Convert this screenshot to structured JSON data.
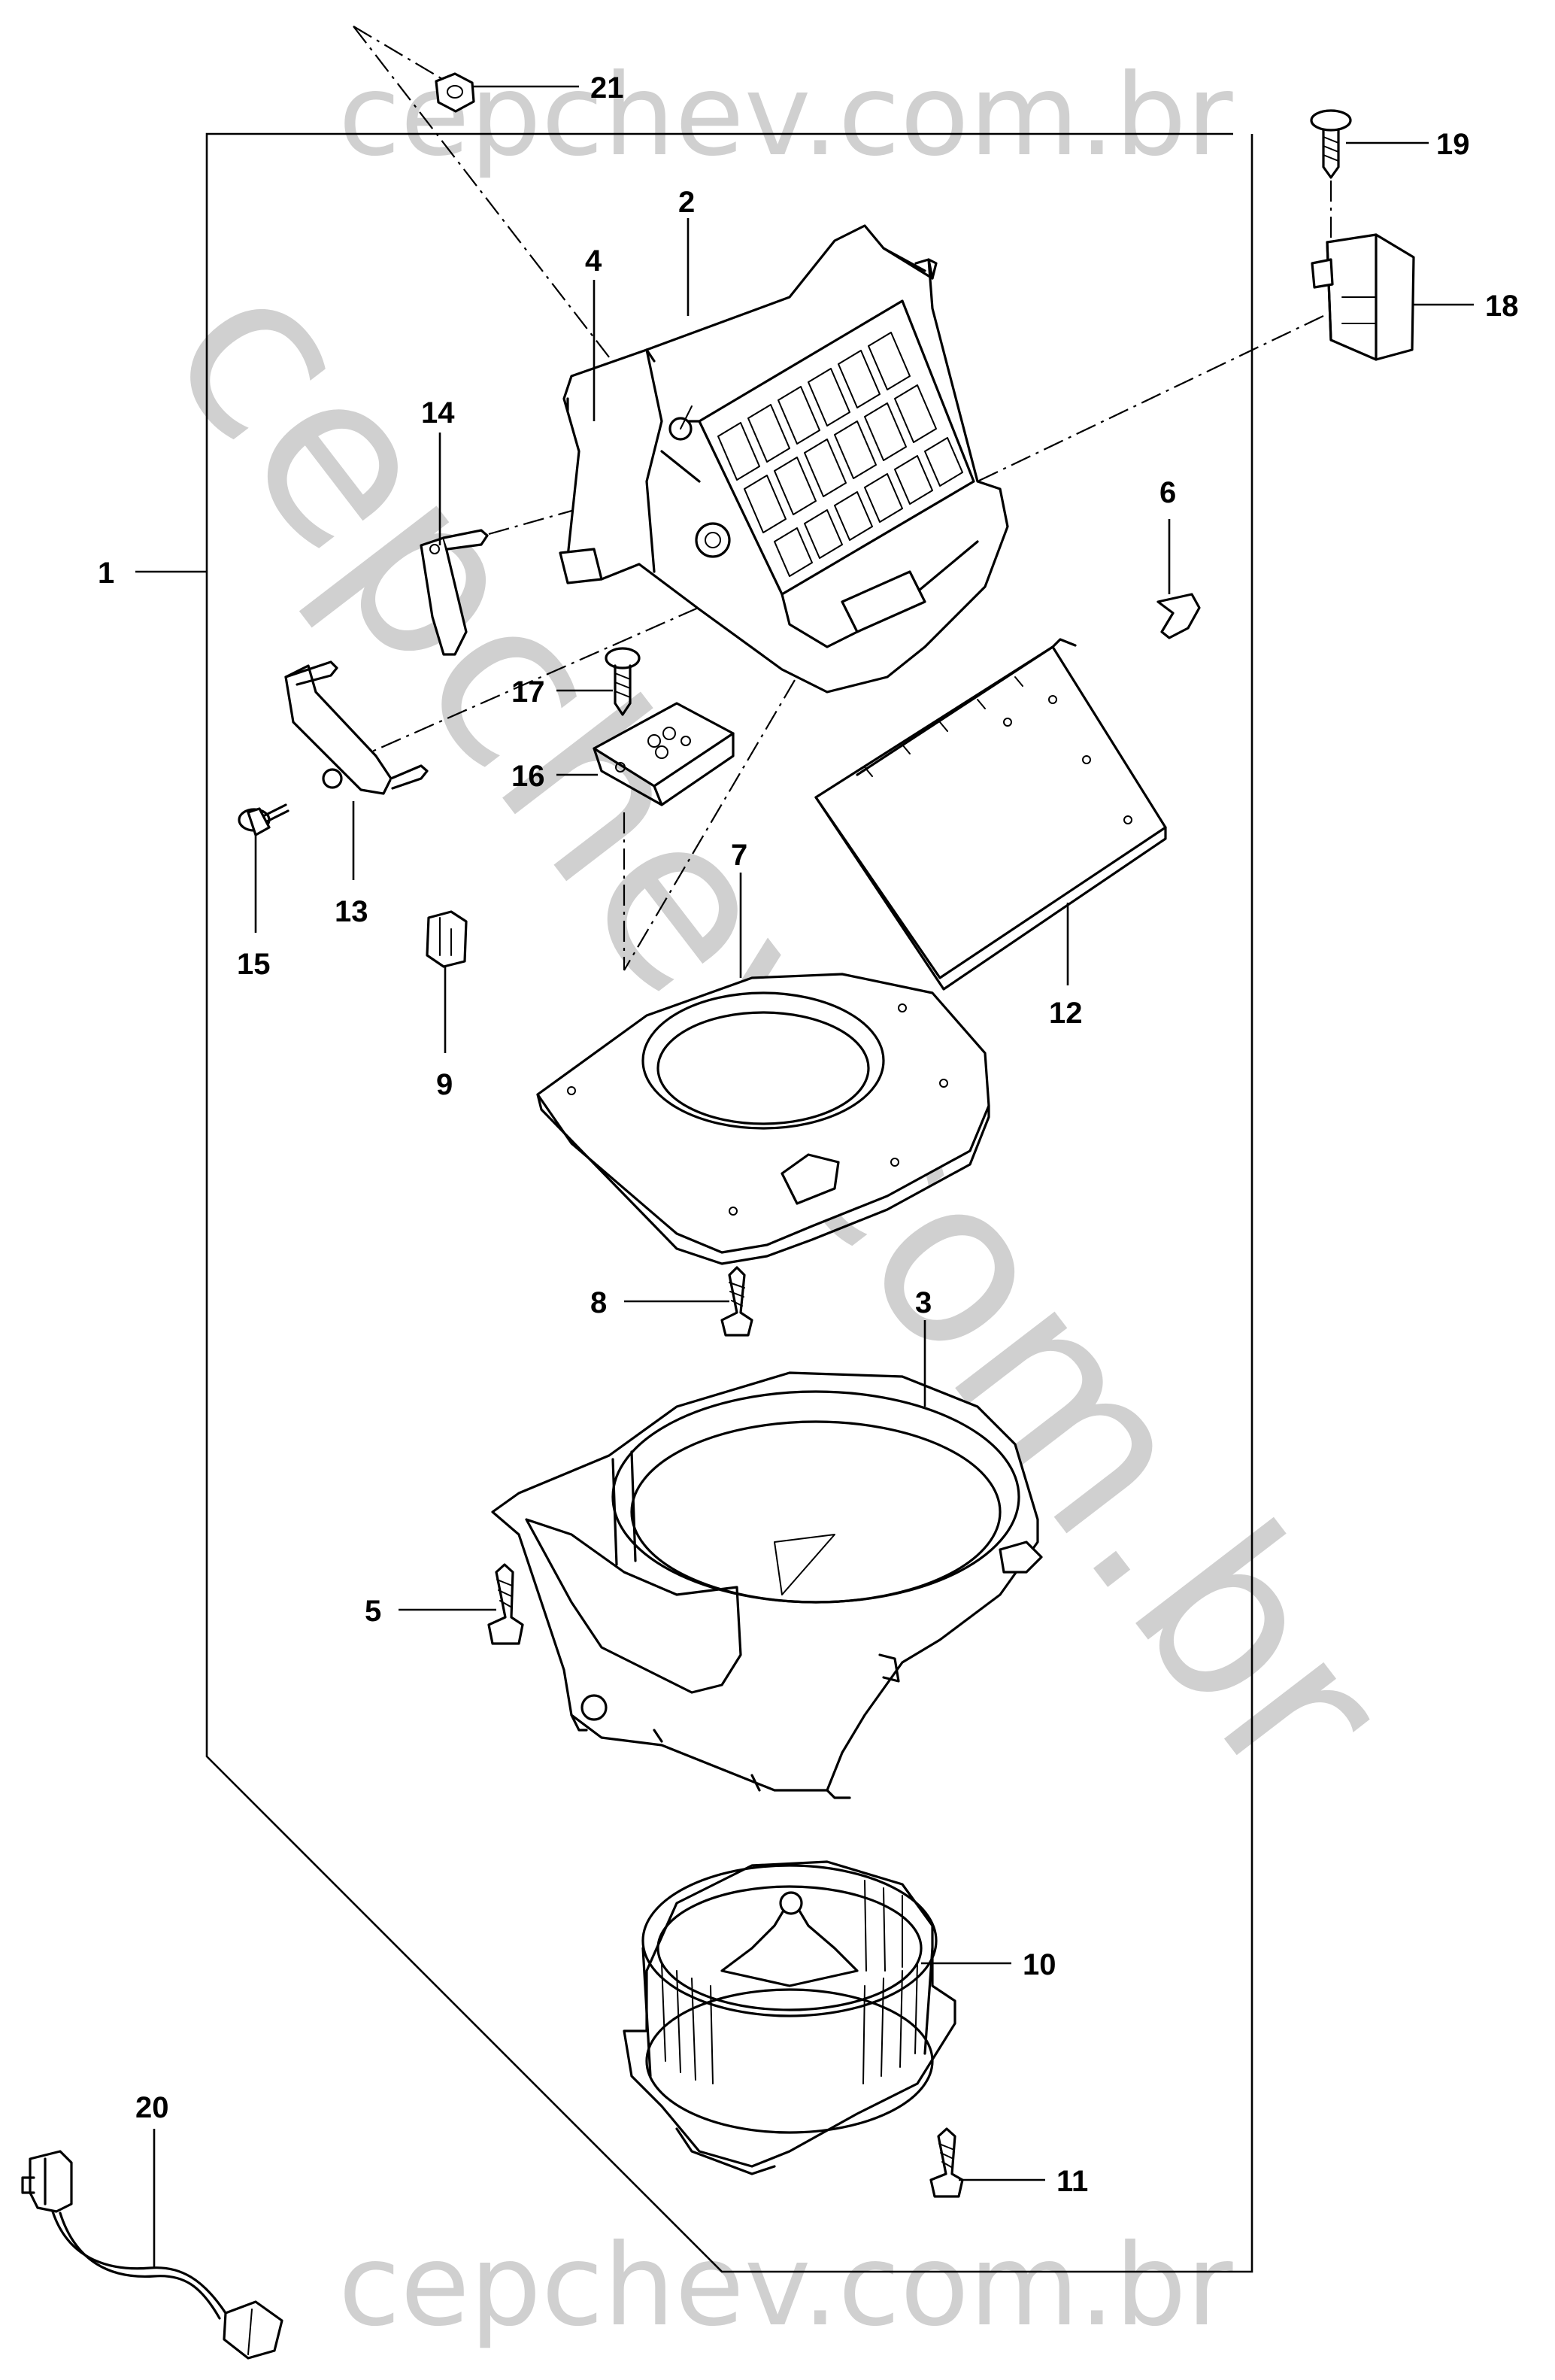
{
  "watermarks": {
    "top": "cepchev.com.br",
    "bottom": "cepchev.com.br",
    "diagonal": "cepchev.com.br"
  },
  "callouts": [
    {
      "id": "1",
      "part": "blower-assembly"
    },
    {
      "id": "2",
      "part": "intake-case"
    },
    {
      "id": "3",
      "part": "blower-case"
    },
    {
      "id": "4",
      "part": "door-shaft"
    },
    {
      "id": "5",
      "part": "screw"
    },
    {
      "id": "6",
      "part": "clip"
    },
    {
      "id": "7",
      "part": "plate-gasket"
    },
    {
      "id": "8",
      "part": "screw"
    },
    {
      "id": "9",
      "part": "clip"
    },
    {
      "id": "10",
      "part": "blower-motor-fan"
    },
    {
      "id": "11",
      "part": "screw"
    },
    {
      "id": "12",
      "part": "filter-door"
    },
    {
      "id": "13",
      "part": "lever"
    },
    {
      "id": "14",
      "part": "lever"
    },
    {
      "id": "15",
      "part": "pin"
    },
    {
      "id": "16",
      "part": "resistor"
    },
    {
      "id": "17",
      "part": "screw"
    },
    {
      "id": "18",
      "part": "actuator"
    },
    {
      "id": "19",
      "part": "screw"
    },
    {
      "id": "20",
      "part": "wire-harness"
    },
    {
      "id": "21",
      "part": "nut"
    }
  ]
}
